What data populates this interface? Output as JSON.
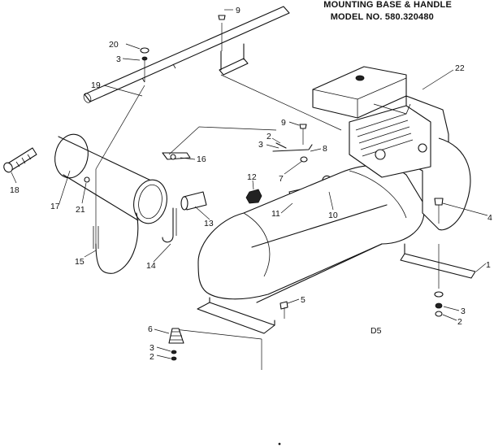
{
  "title": {
    "line1": "MOUNTING BASE & HANDLE",
    "line2": "MODEL NO. 580.320480"
  },
  "diagram_code": "D5",
  "callouts": [
    {
      "id": "c9a",
      "text": "9"
    },
    {
      "id": "c20",
      "text": "20"
    },
    {
      "id": "c3a",
      "text": "3"
    },
    {
      "id": "c19",
      "text": "19"
    },
    {
      "id": "c22",
      "text": "22"
    },
    {
      "id": "c9b",
      "text": "9"
    },
    {
      "id": "c2a",
      "text": "2"
    },
    {
      "id": "c3b",
      "text": "3"
    },
    {
      "id": "c8",
      "text": "8"
    },
    {
      "id": "c7",
      "text": "7"
    },
    {
      "id": "c16",
      "text": "16"
    },
    {
      "id": "c18",
      "text": "18"
    },
    {
      "id": "c17",
      "text": "17"
    },
    {
      "id": "c21",
      "text": "21"
    },
    {
      "id": "c12",
      "text": "12"
    },
    {
      "id": "c11",
      "text": "11"
    },
    {
      "id": "c10",
      "text": "10"
    },
    {
      "id": "c13",
      "text": "13"
    },
    {
      "id": "c4",
      "text": "4"
    },
    {
      "id": "c14",
      "text": "14"
    },
    {
      "id": "c15",
      "text": "15"
    },
    {
      "id": "c1",
      "text": "1"
    },
    {
      "id": "c5",
      "text": "5"
    },
    {
      "id": "c3c",
      "text": "3"
    },
    {
      "id": "c2b",
      "text": "2"
    },
    {
      "id": "c6",
      "text": "6"
    },
    {
      "id": "c3d",
      "text": "3"
    },
    {
      "id": "c2c",
      "text": "2"
    }
  ]
}
